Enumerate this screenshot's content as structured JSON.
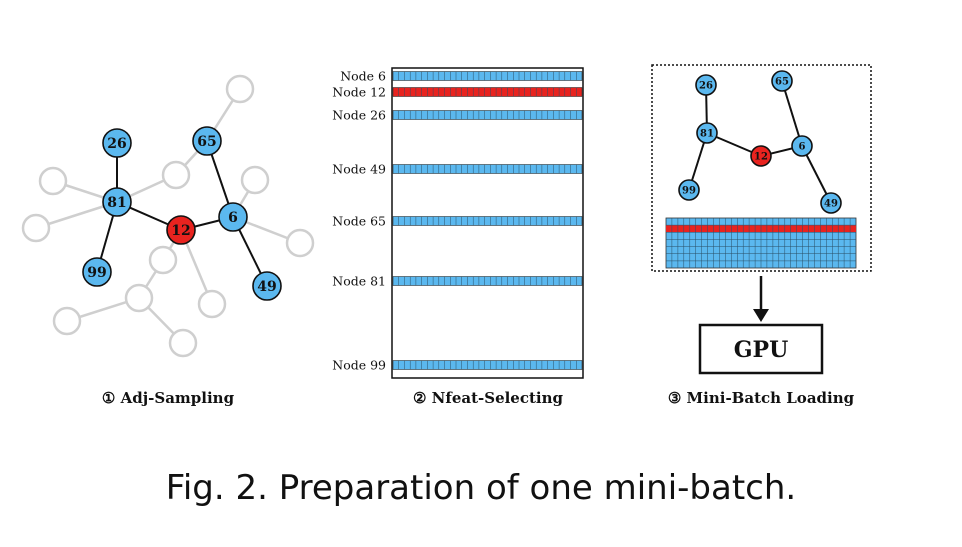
{
  "panel1": {
    "label": "① Adj-Sampling",
    "nodes": [
      {
        "id": "26",
        "label": "26",
        "color": "blue"
      },
      {
        "id": "65",
        "label": "65",
        "color": "blue"
      },
      {
        "id": "81",
        "label": "81",
        "color": "blue"
      },
      {
        "id": "12",
        "label": "12",
        "color": "red"
      },
      {
        "id": "6",
        "label": "6",
        "color": "blue"
      },
      {
        "id": "99",
        "label": "99",
        "color": "blue"
      },
      {
        "id": "49",
        "label": "49",
        "color": "blue"
      }
    ],
    "edges": [
      [
        "26",
        "81"
      ],
      [
        "81",
        "99"
      ],
      [
        "81",
        "12"
      ],
      [
        "12",
        "6"
      ],
      [
        "65",
        "6"
      ],
      [
        "6",
        "49"
      ]
    ],
    "unsampled_node_count": 11
  },
  "panel2": {
    "label": "② Nfeat-Selecting",
    "rows": [
      {
        "label": "Node  6",
        "color": "blue"
      },
      {
        "label": "Node  12",
        "color": "red"
      },
      {
        "label": "Node  26",
        "color": "blue"
      },
      {
        "label": "Node  49",
        "color": "blue"
      },
      {
        "label": "Node  65",
        "color": "blue"
      },
      {
        "label": "Node  81",
        "color": "blue"
      },
      {
        "label": "Node  99",
        "color": "blue"
      }
    ]
  },
  "panel3": {
    "label": "③ Mini-Batch Loading",
    "nodes": [
      {
        "id": "26",
        "label": "26",
        "color": "blue"
      },
      {
        "id": "65",
        "label": "65",
        "color": "blue"
      },
      {
        "id": "81",
        "label": "81",
        "color": "blue"
      },
      {
        "id": "12",
        "label": "12",
        "color": "red"
      },
      {
        "id": "6",
        "label": "6",
        "color": "blue"
      },
      {
        "id": "99",
        "label": "99",
        "color": "blue"
      },
      {
        "id": "49",
        "label": "49",
        "color": "blue"
      }
    ],
    "edges": [
      [
        "26",
        "81"
      ],
      [
        "81",
        "99"
      ],
      [
        "81",
        "12"
      ],
      [
        "12",
        "6"
      ],
      [
        "65",
        "6"
      ],
      [
        "6",
        "49"
      ]
    ],
    "gpu_label": "GPU"
  },
  "colors": {
    "blue": "#5bb8ef",
    "red": "#e8231f",
    "gray": "#cfcfcf",
    "stroke": "#111111"
  },
  "caption": "Fig. 2.  Preparation of one mini-batch."
}
